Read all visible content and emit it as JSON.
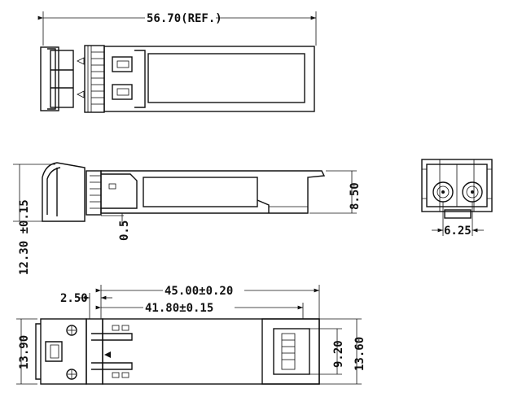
{
  "dimensions": {
    "overall_length": "56.70(REF.)",
    "height_side": "8.50",
    "total_height": "12.30 ±0.15",
    "latch_offset": "0.5",
    "port_pitch": "6.25",
    "body_length": "45.00±0.20",
    "inner_length": "41.80±0.15",
    "front_offset": "2.50",
    "width_front": "13.90",
    "width_rear": "13.60",
    "connector_width": "9.20"
  }
}
